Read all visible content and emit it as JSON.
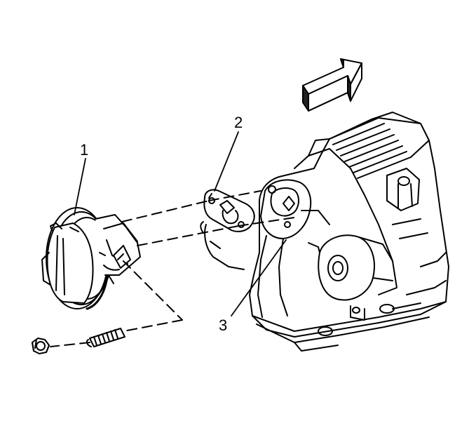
{
  "diagram": {
    "callouts": [
      {
        "id": "1",
        "text": "1"
      },
      {
        "id": "2",
        "text": "2"
      },
      {
        "id": "3",
        "text": "3"
      }
    ],
    "parts": {
      "egr_valve": "egr-valve",
      "gasket": "egr-gasket",
      "intake_manifold": "intake-manifold",
      "stud": "mounting-stud",
      "nut": "mounting-nut",
      "direction_arrow": "forward-arrow-icon"
    },
    "colors": {
      "line": "#000000",
      "background": "#ffffff",
      "shade": "#4a4a4a"
    }
  }
}
